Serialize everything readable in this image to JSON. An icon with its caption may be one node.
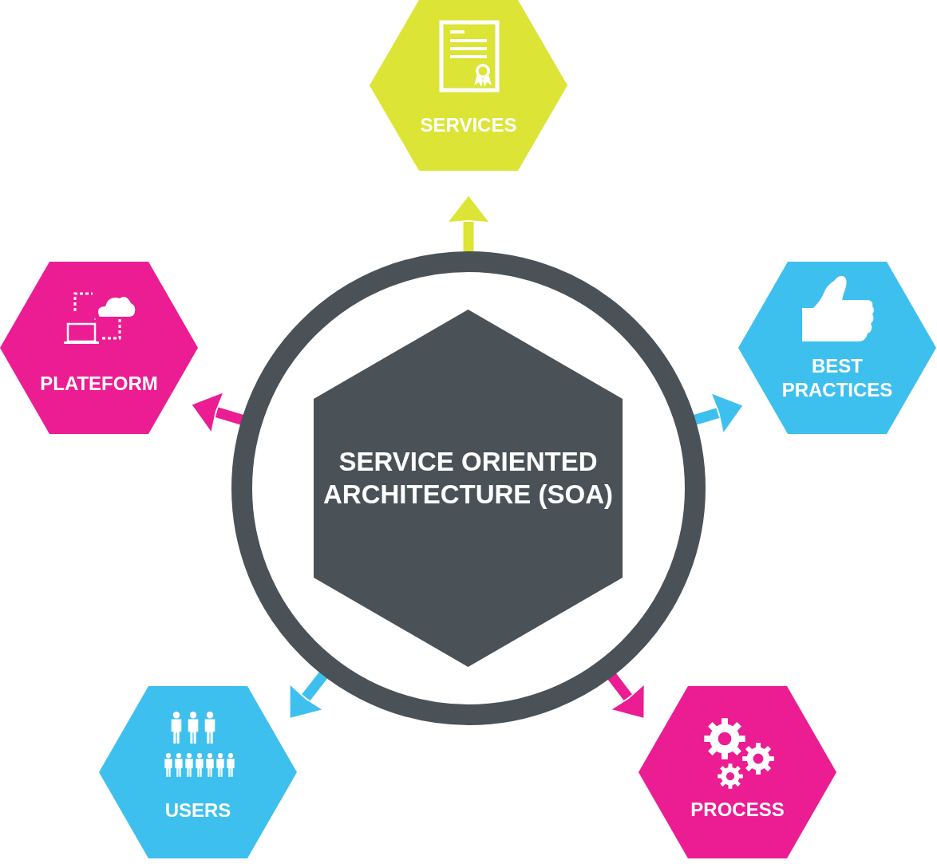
{
  "diagram": {
    "nodes": [
      {
        "text": [],
        "shape": "circle"
      },
      {
        "text": [
          "SERVICE ORIENTED ARCHITECTURE (SOA)"
        ],
        "in": 0
      },
      {
        "text": [
          "SERVICES"
        ]
      },
      {
        "text": [
          "PLATEFORM"
        ]
      },
      {
        "text": [
          "BEST PRACTICES"
        ]
      },
      {
        "text": [
          "USERS"
        ]
      },
      {
        "text": [
          "PROCESS"
        ]
      }
    ],
    "edges": [
      {
        "from": 0,
        "to": 2,
        "arrow": "to",
        "color": "#dce436"
      },
      {
        "from": 0,
        "to": 3,
        "arrow": "to",
        "color": "#ec1c93"
      },
      {
        "from": 0,
        "to": 4,
        "arrow": "to",
        "color": "#3ec0ef"
      },
      {
        "from": 0,
        "to": 5,
        "arrow": "to",
        "color": "#3ec0ef"
      },
      {
        "from": 0,
        "to": 6,
        "arrow": "to",
        "color": "#ec1c93"
      }
    ]
  }
}
